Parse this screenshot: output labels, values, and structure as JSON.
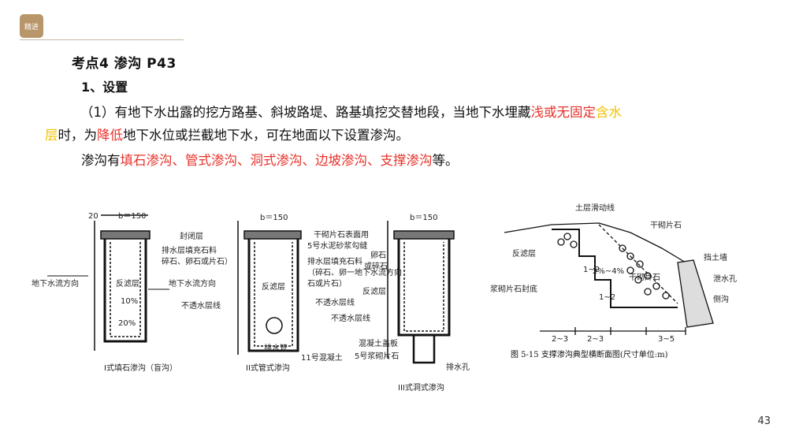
{
  "logo": {
    "text": "精进"
  },
  "heading": "考点4  渗沟  P43",
  "sub": "1、设置",
  "paragraph": {
    "p1_a": "（1）有地下水出露的挖方路基、斜坡路堤、路基填挖交替地段，当地下水埋藏",
    "p1_red1": "浅或无固定",
    "p1_yellow1": "含水",
    "p1_yellow2": "层",
    "p1_b": "时，为",
    "p1_red2": "降低",
    "p1_c": "地下水位或拦截地下水，可在地面以下设置渗沟。"
  },
  "line3": {
    "a": "渗沟有",
    "red": "填石渗沟、管式渗沟、洞式渗沟、边坡渗沟、支撑渗沟",
    "b": "等。"
  },
  "figure_left": {
    "caption1": "I式填石渗沟（盲沟）",
    "caption2": "II式管式渗沟",
    "caption3": "III式洞式渗沟",
    "labels": {
      "fengbi": "封闭层",
      "paishui1": "排水层填充石料",
      "paishui2": "碎石、卵石或片石）",
      "gw_dir_left": "地下水流方向",
      "gw_dir_mid": "地下水流方向",
      "fanlv": "反滤层",
      "bts1": "不透水层线",
      "dim_b": "b＝150",
      "dim_20": "20",
      "qianqi": "干砌片石表面用",
      "sand": "5号水泥砂浆勾缝",
      "paishui_fill": "排水层填充石料",
      "paishui_fill2": "（碎石、卵一地下水流方向",
      "paishui_fill3": "石或片石）",
      "fanlv2": "反滤层",
      "fanlv3": "反滤层",
      "bts2": "不透水层线",
      "bts3": "不透水层线",
      "paishuiguan": "排水管",
      "concrete": "11号混凝土",
      "luanshi": "卵石",
      "suishi": "或碎石",
      "gaiban": "混凝土盖板",
      "jiangqi": "5号浆砌片石",
      "paishuikong": "排水孔",
      "pct10": "10%",
      "pct20": "20%"
    }
  },
  "figure_right": {
    "caption": "图 5-15    支撑渗沟典型横断面图(尺寸单位:m)",
    "labels": {
      "slide": "土层滑动线",
      "ganqi": "干砌片石",
      "fanlv": "反滤层",
      "dangtu": "挡土墙",
      "xieshui": "泄水孔",
      "jiangqi": "浆砌片石封底",
      "slope": "2%~4%",
      "ganqi_v": "干砌片石",
      "cego": "侧沟",
      "dim1": "2~3",
      "dim2": "2~3",
      "dim3": "3~5",
      "h1": "1~2",
      "h2": "1~2"
    }
  },
  "page_number": "43"
}
